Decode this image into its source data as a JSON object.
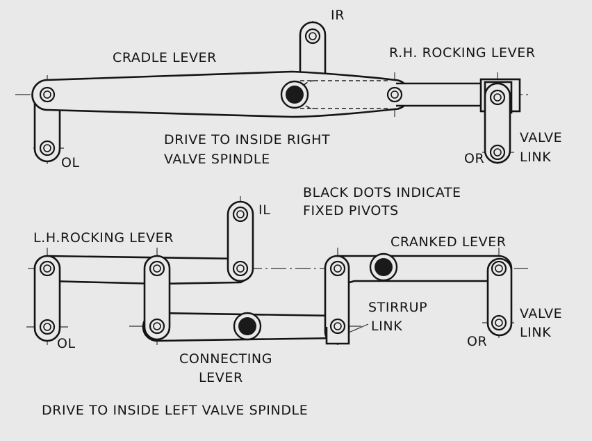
{
  "top": {
    "cradle_lever": "CRADLE LEVER",
    "ir": "IR",
    "rh_rocking_lever": "R.H. ROCKING LEVER",
    "ol": "OL",
    "or": "OR",
    "valve_link_1": "VALVE",
    "valve_link_2": "LINK",
    "drive_line1": "DRIVE TO INSIDE RIGHT",
    "drive_line2": "VALVE SPINDLE"
  },
  "note": {
    "line1": "BLACK DOTS INDICATE",
    "line2": "FIXED PIVOTS"
  },
  "bottom": {
    "il": "IL",
    "lh_rocking_lever": "L.H.ROCKING LEVER",
    "cranked_lever": "CRANKED LEVER",
    "stirrup_1": "STIRRUP",
    "stirrup_2": "LINK",
    "ol": "OL",
    "or": "OR",
    "valve_link_1": "VALVE",
    "valve_link_2": "LINK",
    "connecting_1": "CONNECTING",
    "connecting_2": "LEVER",
    "drive": "DRIVE TO INSIDE LEFT VALVE SPINDLE"
  }
}
